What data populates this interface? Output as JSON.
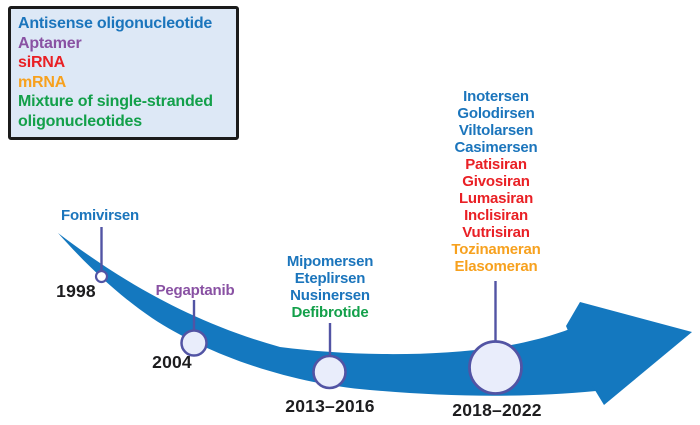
{
  "figure": {
    "type": "timeline-diagram",
    "description": "Approval timeline of oligonucleotide-based therapeutics shown along a blue tapered arrow"
  },
  "colors": {
    "arrow_blue": "#1478bf",
    "marker_stroke": "#5254a4",
    "marker_fill": "#e9edfb",
    "legend_background": "#dde8f6",
    "legend_border": "#1b1b1b",
    "year_text": "#1d1d1f",
    "antisense_blue": "#1b75bc",
    "aptamer_purple": "#8951a3",
    "sirna_red": "#e92025",
    "mrna_orange": "#f7a11e",
    "mixture_green": "#13a04a"
  },
  "legend": {
    "items": [
      {
        "label": "Antisense oligonucleotide",
        "color": "#1b75bc"
      },
      {
        "label": "Aptamer",
        "color": "#8951a3"
      },
      {
        "label": "siRNA",
        "color": "#e92025"
      },
      {
        "label": "mRNA",
        "color": "#f7a11e"
      },
      {
        "label": "Mixture of single-stranded\noligonucleotides",
        "color": "#13a04a"
      }
    ]
  },
  "timeline": {
    "milestones": [
      {
        "year": "1998",
        "drugs": [
          {
            "name": "Fomivirsen",
            "category": "Antisense oligonucleotide",
            "color": "#1b75bc"
          }
        ]
      },
      {
        "year": "2004",
        "drugs": [
          {
            "name": "Pegaptanib",
            "category": "Aptamer",
            "color": "#8951a3"
          }
        ]
      },
      {
        "year": "2013–2016",
        "drugs": [
          {
            "name": "Mipomersen",
            "category": "Antisense oligonucleotide",
            "color": "#1b75bc"
          },
          {
            "name": "Eteplirsen",
            "category": "Antisense oligonucleotide",
            "color": "#1b75bc"
          },
          {
            "name": "Nusinersen",
            "category": "Antisense oligonucleotide",
            "color": "#1b75bc"
          },
          {
            "name": "Defibrotide",
            "category": "Mixture of single-stranded oligonucleotides",
            "color": "#13a04a"
          }
        ]
      },
      {
        "year": "2018–2022",
        "drugs": [
          {
            "name": "Inotersen",
            "category": "Antisense oligonucleotide",
            "color": "#1b75bc"
          },
          {
            "name": "Golodirsen",
            "category": "Antisense oligonucleotide",
            "color": "#1b75bc"
          },
          {
            "name": "Viltolarsen",
            "category": "Antisense oligonucleotide",
            "color": "#1b75bc"
          },
          {
            "name": "Casimersen",
            "category": "Antisense oligonucleotide",
            "color": "#1b75bc"
          },
          {
            "name": "Patisiran",
            "category": "siRNA",
            "color": "#e92025"
          },
          {
            "name": "Givosiran",
            "category": "siRNA",
            "color": "#e92025"
          },
          {
            "name": "Lumasiran",
            "category": "siRNA",
            "color": "#e92025"
          },
          {
            "name": "Inclisiran",
            "category": "siRNA",
            "color": "#e92025"
          },
          {
            "name": "Vutrisiran",
            "category": "siRNA",
            "color": "#e92025"
          },
          {
            "name": "Tozinameran",
            "category": "mRNA",
            "color": "#f7a11e"
          },
          {
            "name": "Elasomeran",
            "category": "mRNA",
            "color": "#f7a11e"
          }
        ]
      }
    ]
  }
}
